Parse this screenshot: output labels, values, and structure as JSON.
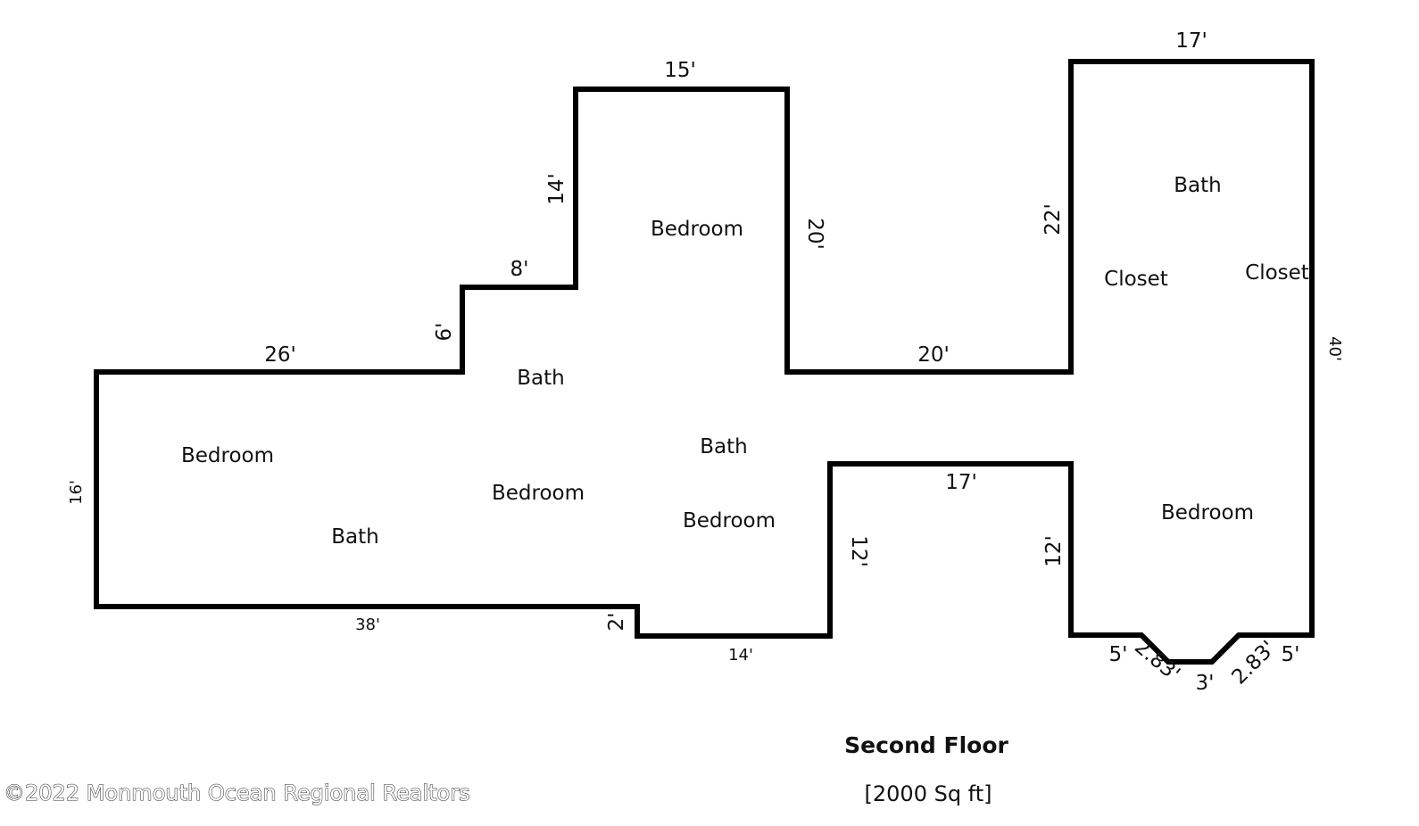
{
  "floor_title": "Second Floor",
  "floor_area": "[2000 Sq ft]",
  "copyright": "©2022 Monmouth Ocean Regional Realtors",
  "rooms": {
    "bedroom_top": "Bedroom",
    "bath_top_right": "Bath",
    "closet_left": "Closet",
    "closet_right": "Closet",
    "bath_center_upper": "Bath",
    "bedroom_left": "Bedroom",
    "bath_center": "Bath",
    "bedroom_center": "Bedroom",
    "bedroom_center_right": "Bedroom",
    "bath_left": "Bath",
    "bedroom_right": "Bedroom"
  },
  "dimensions": {
    "top_right_width": "17'",
    "top_center_width": "15'",
    "top_center_left_height": "14'",
    "top_center_right_height": "20'",
    "step_width": "8'",
    "step_height": "6'",
    "top_left_width": "26'",
    "notch_width": "20'",
    "right_wing_left_height": "22'",
    "right_total_height": "40'",
    "left_height": "16'",
    "bottom_left_width": "38'",
    "bottom_step_height": "2'",
    "bottom_center_width": "14'",
    "bay_recess_width": "17'",
    "bay_recess_left_height": "12'",
    "bay_recess_right_height": "12'",
    "bay_left": "5'",
    "bay_angle_left": "2.83'",
    "bay_center": "3'",
    "bay_angle_right": "2.83'",
    "bay_right": "5'"
  }
}
